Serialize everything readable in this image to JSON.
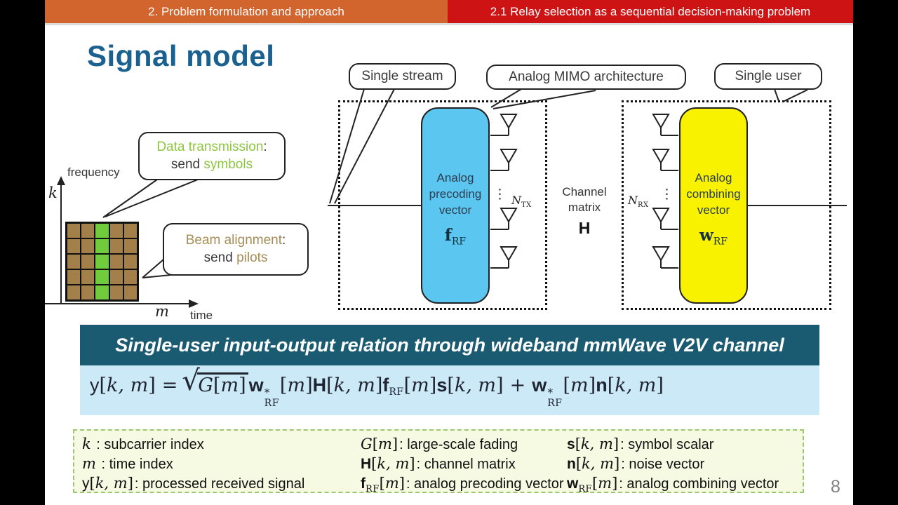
{
  "header": {
    "left": "2. Problem formulation and approach",
    "right": "2.1 Relay selection as a sequential decision-making problem"
  },
  "title": "Signal model",
  "page_number": "8",
  "colors": {
    "letterbox": "#000000",
    "orange-bar": "#d2652e",
    "red-bar": "#cd1314",
    "title": "#1a6190",
    "banner-bg": "#1b5b72",
    "banner-text": "#ffffff",
    "equation-bg": "#cbe9f7",
    "legend-bg": "#f7fae3",
    "legend-border": "#9bc86f",
    "tx-box": "#5bc6ef",
    "rx-box": "#f8f100",
    "grid-brown": "#a3804a",
    "grid-green": "#70cc3d",
    "green-text": "#8dc63f",
    "tan-text": "#a68c55"
  },
  "time_freq": {
    "freq_label": "frequency",
    "k_label": "k",
    "m_label": "m",
    "time_label": "time",
    "grid": {
      "rows": 5,
      "cols": 5,
      "highlight_col": 2
    },
    "callout_data": {
      "line1_hl": "Data transmission",
      "line1_colon": ":",
      "line2_pre": "send ",
      "line2_hl": "symbols"
    },
    "callout_beam": {
      "line1_hl": "Beam alignment",
      "line1_colon": ":",
      "line2_pre": "send ",
      "line2_hl": "pilots"
    }
  },
  "architecture": {
    "callouts": {
      "single_stream": "Single stream",
      "analog_mimo": "Analog MIMO architecture",
      "single_user": "Single user"
    },
    "tx": {
      "line1": "Analog",
      "line2": "precoding",
      "line3": "vector",
      "sym": "f",
      "sym_sub": "RF",
      "n_label": "N",
      "n_sub": "TX",
      "dots": "⋮"
    },
    "channel": {
      "line1": "Channel",
      "line2": "matrix",
      "sym": "H"
    },
    "rx": {
      "line1": "Analog",
      "line2": "combining",
      "line3": "vector",
      "sym": "w",
      "sym_sub": "RF",
      "n_label": "N",
      "n_sub": "RX",
      "dots": "⋮"
    }
  },
  "banner": "Single-user input-output relation through wideband mmWave V2V channel",
  "equation": {
    "y": "y",
    "lb": "[",
    "rb": "]",
    "km": "k, m",
    "m": "m",
    "equals": "=",
    "sqrt_sign": "√",
    "G": "G",
    "w": "w",
    "star": "*",
    "rf": "RF",
    "H": "H",
    "f": "f",
    "s": "s",
    "plus": "+",
    "n": "n"
  },
  "legend": {
    "col1": [
      {
        "main": "k",
        "sub": "",
        "idx_l": "",
        "idx_i": "",
        "idx_r": "",
        "desc": " : subcarrier index"
      },
      {
        "main": "m",
        "sub": "",
        "idx_l": "",
        "idx_i": "",
        "idx_r": "",
        "desc": " : time index"
      },
      {
        "main": "y",
        "sub": "",
        "idx_l": "[",
        "idx_i": "k, m",
        "idx_r": "]",
        "desc": ": processed received signal"
      }
    ],
    "col2": [
      {
        "main": "G",
        "sub": "",
        "idx_l": "[",
        "idx_i": "m",
        "idx_r": "]",
        "desc": ": large-scale fading"
      },
      {
        "main": "H",
        "sub": "",
        "idx_l": "[",
        "idx_i": "k, m",
        "idx_r": "]",
        "desc": ": channel matrix"
      },
      {
        "main": "f",
        "sub": "RF",
        "idx_l": "[",
        "idx_i": "m",
        "idx_r": "]",
        "desc": ": analog precoding vector"
      }
    ],
    "col3": [
      {
        "main": "s",
        "sub": "",
        "idx_l": "[",
        "idx_i": "k, m",
        "idx_r": "]",
        "desc": ": symbol scalar"
      },
      {
        "main": "n",
        "sub": "",
        "idx_l": "[",
        "idx_i": "k, m",
        "idx_r": "]",
        "desc": ": noise vector"
      },
      {
        "main": "w",
        "sub": "RF",
        "idx_l": "[",
        "idx_i": "m",
        "idx_r": "]",
        "desc": ": analog combining vector"
      }
    ]
  }
}
